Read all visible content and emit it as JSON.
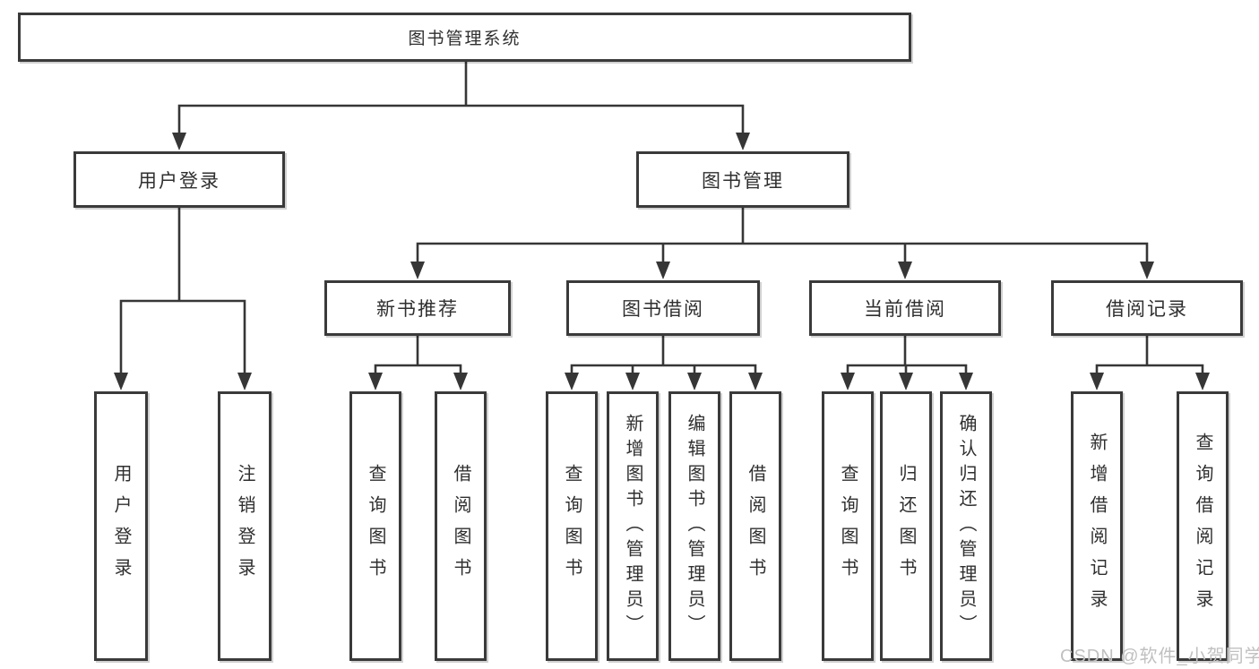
{
  "diagram": {
    "root": {
      "label": "图书管理系统"
    },
    "branches": [
      {
        "label": "用户登录",
        "children": [
          {
            "label": "用户登录"
          },
          {
            "label": "注销登录"
          }
        ]
      },
      {
        "label": "图书管理",
        "children": [
          {
            "label": "新书推荐",
            "children": [
              {
                "label": "查询图书"
              },
              {
                "label": "借阅图书"
              }
            ]
          },
          {
            "label": "图书借阅",
            "children": [
              {
                "label": "查询图书"
              },
              {
                "label": "新增图书（管理员）"
              },
              {
                "label": "编辑图书（管理员）"
              },
              {
                "label": "借阅图书"
              }
            ]
          },
          {
            "label": "当前借阅",
            "children": [
              {
                "label": "查询图书"
              },
              {
                "label": "归还图书"
              },
              {
                "label": "确认归还（管理员）"
              }
            ]
          },
          {
            "label": "借阅记录",
            "children": [
              {
                "label": "新增借阅记录"
              },
              {
                "label": "查询借阅记录"
              }
            ]
          }
        ]
      }
    ]
  },
  "watermark": {
    "text": "CSDN @软件_小贺同学"
  },
  "colors": {
    "line": "#363636",
    "box_border": "#3a3a3a",
    "text": "#2f2f2f",
    "background": "#ffffff",
    "watermark": "#c0c0c0"
  }
}
